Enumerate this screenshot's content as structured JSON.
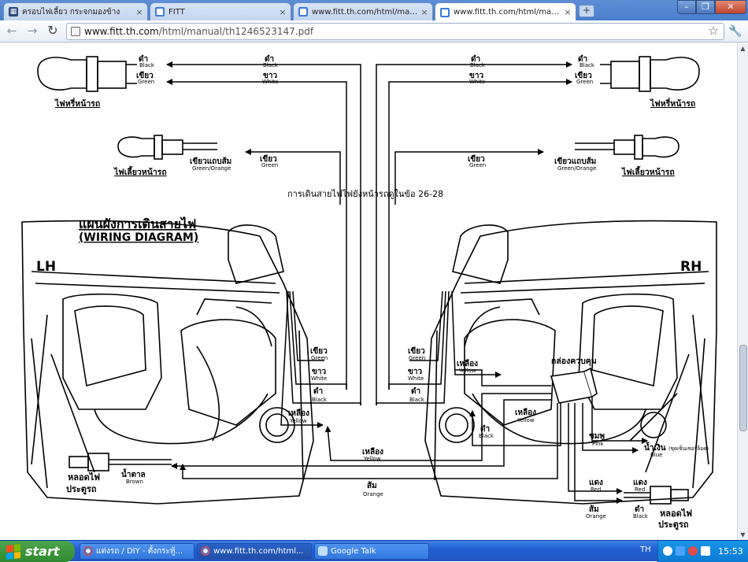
{
  "browser": {
    "tabs": [
      {
        "label": "ครอบไฟเลี้ยว กระจกมองข้าง",
        "icon": "grid-icon"
      },
      {
        "label": "FITT",
        "icon": "chrome-icon"
      },
      {
        "label": "www.fitt.th.com/html/manual/",
        "icon": "chrome-icon"
      },
      {
        "label": "www.fitt.th.com/html/manual/",
        "icon": "chrome-icon",
        "active": true
      }
    ],
    "new_tab": "+",
    "url_host": "www.fitt.th.com",
    "url_path": "/html/manual/th1246523147.pdf",
    "window_buttons": {
      "min": "–",
      "max": "❐",
      "close": "✕"
    }
  },
  "diagram": {
    "title_th": "แผนผังการเดินสายไฟ",
    "title_en": "(WIRING DIAGRAM)",
    "note": "การเดินสายไฟไฟยังหน้ารถดูในข้อ 26-28",
    "side_left": "LH",
    "side_right": "RH",
    "headlight_label": "ไฟหรี่หน้ารถ",
    "turn_label": "ไฟเลี้ยวหน้ารถ",
    "module_label": "กล่องควบคุม",
    "door_bulb_line1": "หลอดไฟ",
    "door_bulb_line2": "ประตูรถ",
    "wires": {
      "black_th": "ดำ",
      "black_en": "Black",
      "white_th": "ขาว",
      "white_en": "White",
      "green_th": "เขียว",
      "green_en": "Green",
      "green_orange_th": "เขียวแถบส้ม",
      "green_orange_en": "Green/Orange",
      "yellow_th": "เหลือง",
      "yellow_en": "Yellow",
      "brown_th": "น้ำตาล",
      "brown_en": "Brown",
      "orange_th": "ส้ม",
      "orange_en": "Orange",
      "pink_th": "ชมพู",
      "pink_en": "Pink",
      "blue_th": "น้ำเงิน",
      "blue_note": "(ชุดเซ็นเซอร์ล็อค)",
      "blue_en": "Blue",
      "red_th": "แดง",
      "red_en": "Red"
    }
  },
  "taskbar": {
    "start": "start",
    "tasks": [
      {
        "label": "แต่งรถ / DIY - ตั้งกระทู้...",
        "icon": "chrome-icon"
      },
      {
        "label": "www.fitt.th.com/html...",
        "icon": "chrome-icon"
      },
      {
        "label": "Google Talk",
        "icon": "talk-icon"
      }
    ],
    "language": "TH",
    "clock": "15:53"
  }
}
